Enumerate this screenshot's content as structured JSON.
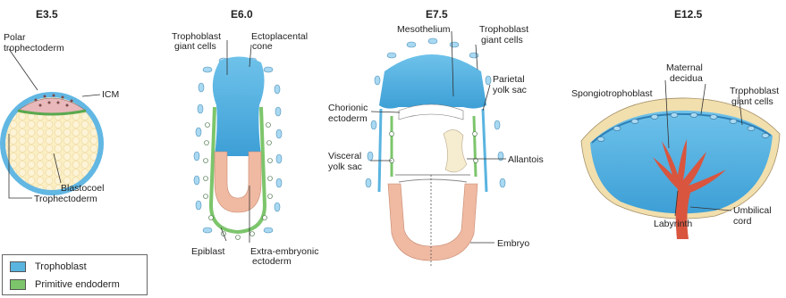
{
  "stages": {
    "e35": {
      "title": "E3.5",
      "labels": {
        "polar1": "Polar",
        "polar2": "trophectoderm",
        "icm": "ICM",
        "blastocoel": "Blastocoel",
        "trophectoderm": "Trophectoderm"
      }
    },
    "e60": {
      "title": "E6.0",
      "labels": {
        "tgc1": "Trophoblast",
        "tgc2": "giant cells",
        "epc1": "Ectoplacental",
        "epc2": "cone",
        "epiblast": "Epiblast",
        "exe1": "Extra-embryonic",
        "exe2": "ectoderm"
      }
    },
    "e75": {
      "title": "E7.5",
      "labels": {
        "meso": "Mesothelium",
        "tgc1": "Trophoblast",
        "tgc2": "giant cells",
        "pys1": "Parietal",
        "pys2": "yolk sac",
        "chor1": "Chorionic",
        "chor2": "ectoderm",
        "vys1": "Visceral",
        "vys2": "yolk sac",
        "allantois": "Allantois",
        "embryo": "Embryo"
      }
    },
    "e125": {
      "title": "E12.5",
      "labels": {
        "md1": "Maternal",
        "md2": "decidua",
        "spongio": "Spongiotrophoblast",
        "tgc1": "Trophoblast",
        "tgc2": "giant cells",
        "labyrinth": "Labyrinth",
        "uc1": "Umbilical",
        "uc2": "cord"
      }
    }
  },
  "legend": [
    {
      "label": "Trophoblast",
      "color": "#5ab4e0"
    },
    {
      "label": "Primitive endoderm",
      "color": "#7cc56b"
    }
  ]
}
